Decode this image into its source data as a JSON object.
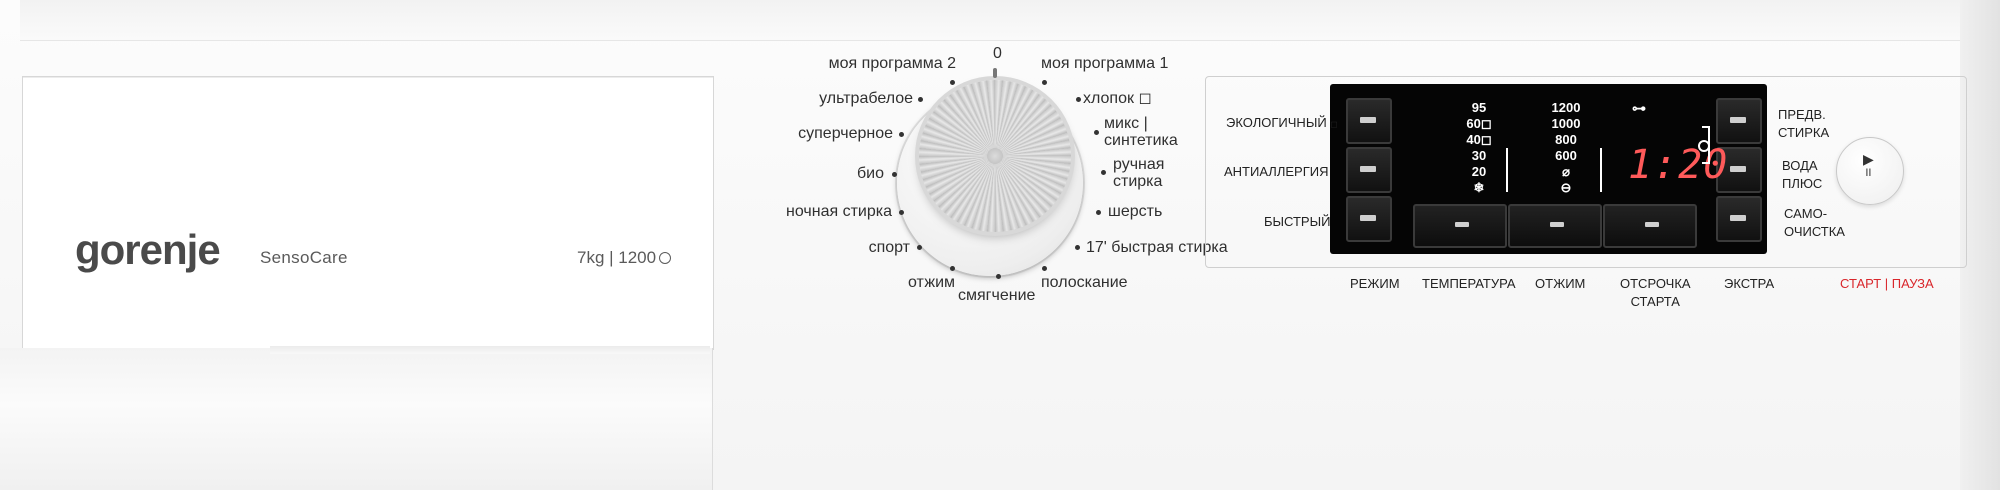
{
  "brand": "gorenje",
  "model": "SensoCare",
  "capacity": "7kg | 1200",
  "dial": {
    "pointer_label": "0",
    "programs": [
      "моя программа 1",
      "хлопок",
      "микс",
      "синтетика",
      "ручная",
      "стирка",
      "шерсть",
      "17' быстрая стирка",
      "полоскание",
      "смягчение",
      "отжим",
      "спорт",
      "ночная стирка",
      "био",
      "суперчерное",
      "ультрабелое",
      "моя программа 2"
    ]
  },
  "display": {
    "temperatures": [
      "95",
      "60",
      "40",
      "30",
      "20",
      "❄"
    ],
    "spins": [
      "1200",
      "1000",
      "800",
      "600",
      "⌀",
      "⊖"
    ],
    "key_icon": "⊶",
    "time": "1:20"
  },
  "left_options": [
    "ЭКОЛОГИЧНЫЙ",
    "АНТИАЛЛЕРГИЯ",
    "БЫСТРЫЙ"
  ],
  "right_options": [
    {
      "line1": "ПРЕДВ.",
      "line2": "СТИРКА"
    },
    {
      "line1": "ВОДА",
      "line2": "ПЛЮС"
    },
    {
      "line1": "САМО-",
      "line2": "ОЧИСТКА"
    }
  ],
  "bottom_labels": {
    "mode": "РЕЖИМ",
    "temperature": "ТЕМПЕРАТУРА",
    "spin": "ОТЖИМ",
    "delay_line1": "ОТСРОЧКА",
    "delay_line2": "СТАРТА",
    "extra": "ЭКСТРА",
    "start_pause": "СТАРТ | ПАУЗА"
  },
  "start_button": {
    "icon": "play-pause-icon",
    "glyph_top": "▶",
    "glyph_bottom": "II"
  }
}
